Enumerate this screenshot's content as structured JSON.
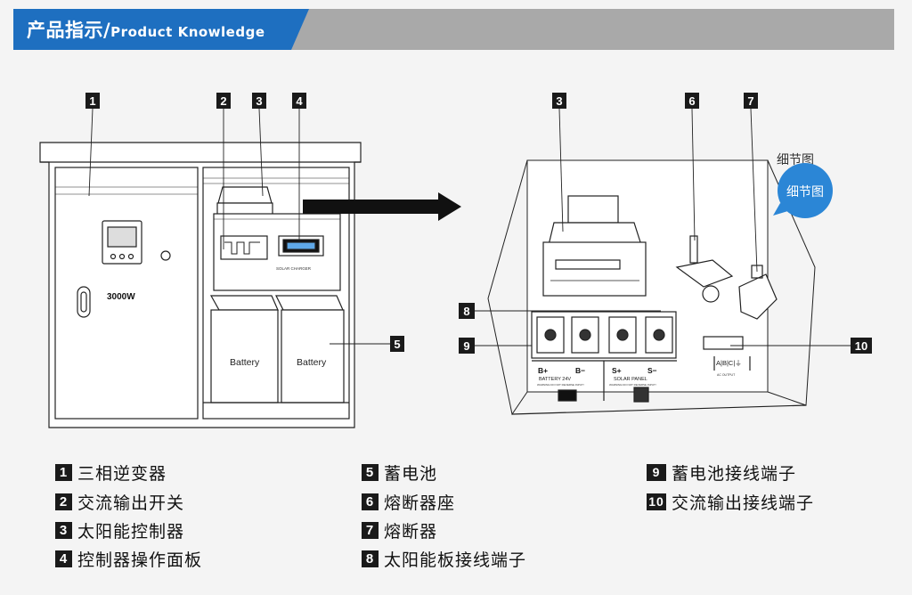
{
  "header": {
    "title_cn": "产品指示/",
    "title_en": "Product Knowledge",
    "color_blue": "#1e6fc0"
  },
  "diagram": {
    "left_labels": [
      "1",
      "2",
      "3",
      "4",
      "5"
    ],
    "right_labels": [
      "3",
      "6",
      "7",
      "8",
      "9",
      "10"
    ],
    "power_text": "3000W",
    "battery_left": "Battery",
    "battery_right": "Battery",
    "solar_charger_text": "SOLAR CHARGER",
    "detail_badge": "细节图",
    "term_bplus": "B+",
    "term_bminus": "B−",
    "term_splus": "S+",
    "term_sminus": "S−",
    "battery_caption": "BATTERY 24V",
    "battery_warning": "WARNING:DO NOT REVERSE INPUT!",
    "solar_caption": "SOLAR PANEL",
    "solar_warning": "WARNING:DO NOT REVERSE INPUT!",
    "ac_letters": "A|B|C|⏚",
    "ac_caption": "AC OUTPUT"
  },
  "legend": [
    {
      "num": "1",
      "text": "三相逆变器"
    },
    {
      "num": "2",
      "text": "交流输出开关"
    },
    {
      "num": "3",
      "text": "太阳能控制器"
    },
    {
      "num": "4",
      "text": "控制器操作面板"
    },
    {
      "num": "5",
      "text": "蓄电池"
    },
    {
      "num": "6",
      "text": "熔断器座"
    },
    {
      "num": "7",
      "text": "熔断器"
    },
    {
      "num": "8",
      "text": "太阳能板接线端子"
    },
    {
      "num": "9",
      "text": "蓄电池接线端子"
    },
    {
      "num": "10",
      "text": "交流输出接线端子"
    }
  ]
}
